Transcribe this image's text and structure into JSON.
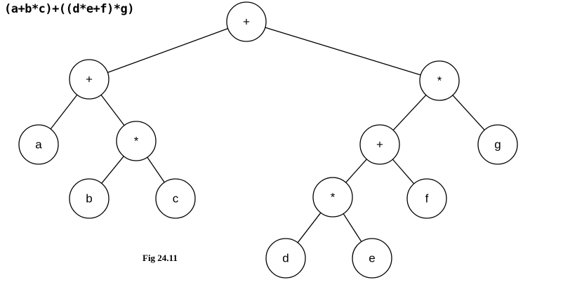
{
  "expression": "(a+b*c)+((d*e+f)*g)",
  "caption": "Fig 24.11",
  "tree": {
    "nodes": [
      {
        "id": "root",
        "label": "+"
      },
      {
        "id": "plus1",
        "label": "+"
      },
      {
        "id": "mul1",
        "label": "*"
      },
      {
        "id": "a",
        "label": "a"
      },
      {
        "id": "mulbc",
        "label": "*"
      },
      {
        "id": "b",
        "label": "b"
      },
      {
        "id": "c",
        "label": "c"
      },
      {
        "id": "plus2",
        "label": "+"
      },
      {
        "id": "g",
        "label": "g"
      },
      {
        "id": "mulde",
        "label": "*"
      },
      {
        "id": "f",
        "label": "f"
      },
      {
        "id": "d",
        "label": "d"
      },
      {
        "id": "e",
        "label": "e"
      }
    ],
    "edges": [
      [
        "root",
        "plus1"
      ],
      [
        "root",
        "mul1"
      ],
      [
        "plus1",
        "a"
      ],
      [
        "plus1",
        "mulbc"
      ],
      [
        "mulbc",
        "b"
      ],
      [
        "mulbc",
        "c"
      ],
      [
        "mul1",
        "plus2"
      ],
      [
        "mul1",
        "g"
      ],
      [
        "plus2",
        "mulde"
      ],
      [
        "plus2",
        "f"
      ],
      [
        "mulde",
        "d"
      ],
      [
        "mulde",
        "e"
      ]
    ]
  }
}
